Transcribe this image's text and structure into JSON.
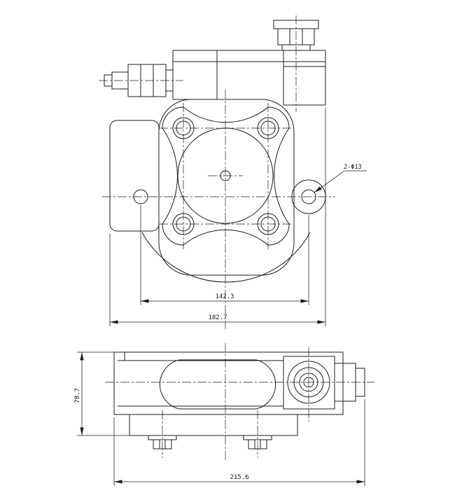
{
  "sheet": {
    "background": "#ffffff",
    "line_color": "#1c1c1c"
  },
  "drawing": {
    "kind": "engineering-drawing",
    "views": [
      {
        "id": "front-view"
      },
      {
        "id": "side-view"
      }
    ],
    "annotations": {
      "hole_callout": "2-Φ13"
    },
    "dimensions": {
      "bolt_hole_span": "142.3",
      "overall_width": "182.7",
      "side_height": "78.7",
      "overall_length": "215.6"
    }
  }
}
